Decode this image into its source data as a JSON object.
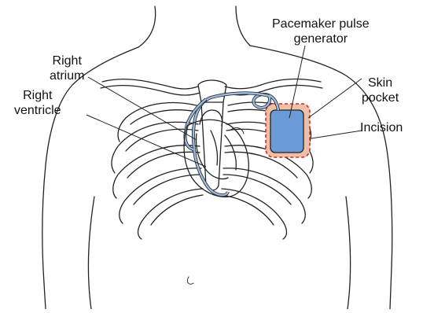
{
  "labels": {
    "pacemaker_line1": "Pacemaker pulse",
    "pacemaker_line2": "generator",
    "right_atrium_line1": "Right",
    "right_atrium_line2": "atrium",
    "right_ventricle_line1": "Right",
    "right_ventricle_line2": "ventricle",
    "skin_pocket_line1": "Skin",
    "skin_pocket_line2": "pocket",
    "incision": "Incision"
  },
  "colors": {
    "generator_fill": "#6b9bd6",
    "pocket_fill": "#f1bfa5",
    "incision_dash": "#d0272f",
    "lead_fill": "#9bbbe3",
    "ink": "#222222"
  }
}
